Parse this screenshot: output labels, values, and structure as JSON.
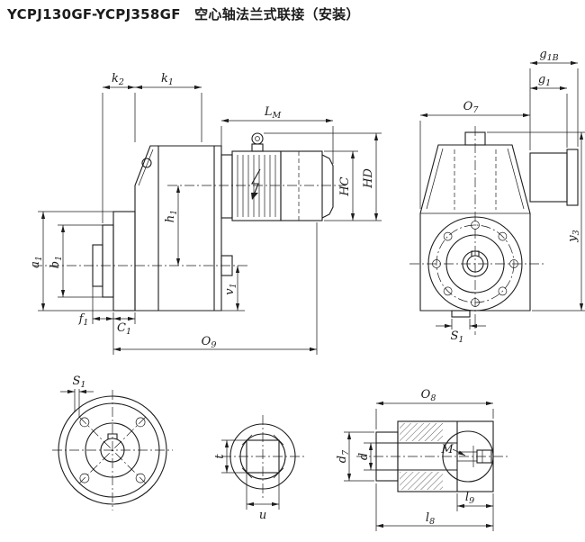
{
  "title": "YCPJ130GF-YCPJ358GF　空心轴法兰式联接（安装）",
  "colors": {
    "ink": "#1c1c1c",
    "bg": "#ffffff"
  },
  "labels": {
    "k2": {
      "b": "k",
      "s": "2"
    },
    "k1": {
      "b": "k",
      "s": "1"
    },
    "LM": {
      "b": "L",
      "s": "M"
    },
    "HC": {
      "b": "HC",
      "s": ""
    },
    "HD": {
      "b": "HD",
      "s": ""
    },
    "h1": {
      "b": "h",
      "s": "1"
    },
    "a1": {
      "b": "a",
      "s": "1"
    },
    "b1": {
      "b": "b",
      "s": "1"
    },
    "v1": {
      "b": "v",
      "s": "1"
    },
    "f1": {
      "b": "f",
      "s": "1"
    },
    "C1": {
      "b": "C",
      "s": "1"
    },
    "O9": {
      "b": "O",
      "s": "9"
    },
    "g1B": {
      "b": "g",
      "s": "1B"
    },
    "g1": {
      "b": "g",
      "s": "1"
    },
    "O7": {
      "b": "O",
      "s": "7"
    },
    "y3": {
      "b": "y",
      "s": "3"
    },
    "S1_front": {
      "b": "S",
      "s": "1"
    },
    "S1_flange": {
      "b": "S",
      "s": "1"
    },
    "t": {
      "b": "t",
      "s": ""
    },
    "u": {
      "b": "u",
      "s": ""
    },
    "O8": {
      "b": "O",
      "s": "8"
    },
    "d7": {
      "b": "d",
      "s": "7"
    },
    "d": {
      "b": "d",
      "s": ""
    },
    "M": {
      "b": "M",
      "s": ""
    },
    "l9": {
      "b": "l",
      "s": "9"
    },
    "l8": {
      "b": "l",
      "s": "8"
    }
  }
}
